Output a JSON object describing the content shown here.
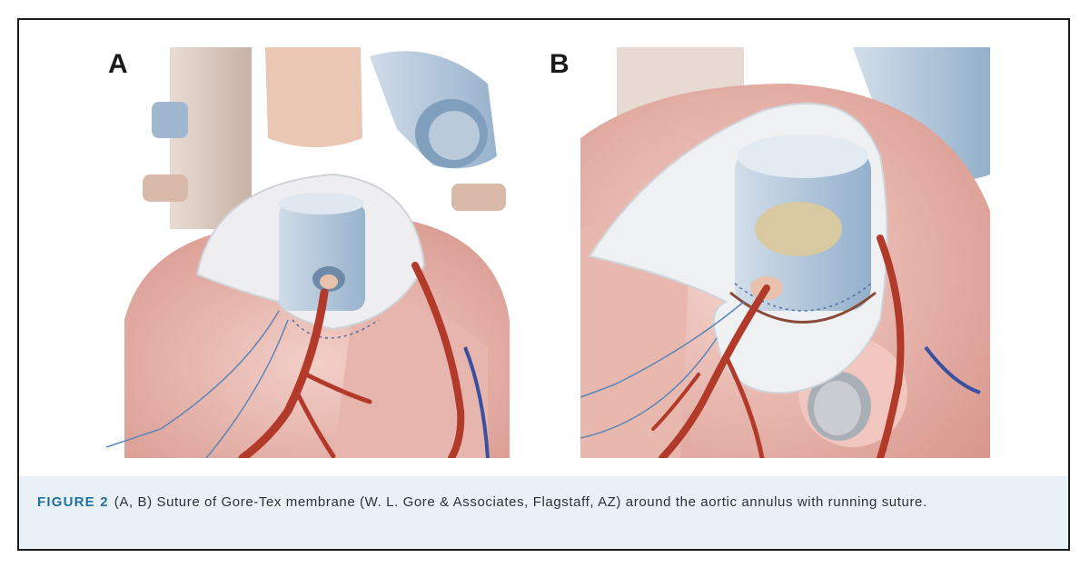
{
  "figure": {
    "panels": [
      {
        "letter": "A"
      },
      {
        "letter": "B"
      }
    ],
    "caption": {
      "label": "FIGURE 2",
      "text": "(A, B) Suture of Gore-Tex membrane (W. L. Gore & Associates, Flagstaff, AZ) around the aortic annulus with running suture."
    }
  }
}
